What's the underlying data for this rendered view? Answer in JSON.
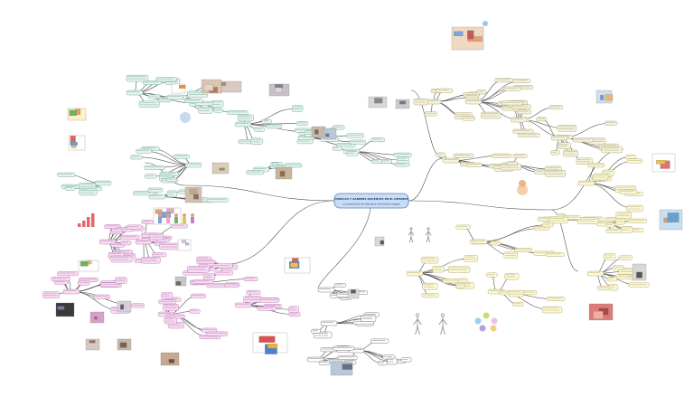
{
  "central": {
    "title": "CIENCIAS Y SABERES DOCENTES EN EL DEPORTE",
    "subtitle": "y la importancia del deporte en la formación integral"
  },
  "colors": {
    "green": {
      "fill": "#e6f4ef",
      "stroke": "#5c9c86"
    },
    "cream": {
      "fill": "#f6f3dd",
      "stroke": "#9a9462"
    },
    "yellow": {
      "fill": "#fbf7d8",
      "stroke": "#a8a055"
    },
    "pink": {
      "fill": "#f7dcf3",
      "stroke": "#b06aa4"
    },
    "white": {
      "fill": "#ffffff",
      "stroke": "#555555"
    },
    "link": "#555555"
  },
  "branches": [
    "green",
    "cream",
    "yellow",
    "pink",
    "white"
  ],
  "icons": [
    "photo-icon",
    "cartoon-icon",
    "skeleton-icon",
    "dots-icon",
    "person-icon"
  ]
}
